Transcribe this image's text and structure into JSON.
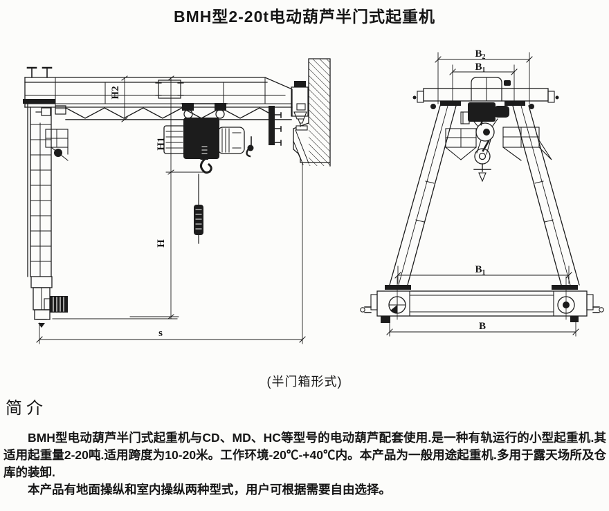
{
  "page": {
    "title": "BMH型2-20t电动葫芦半门式起重机",
    "caption": "(半门箱形式)",
    "intro_heading": "简介",
    "paragraphs": [
      "BMH型电动葫芦半门式起重机与CD、MD、HC等型号的电动葫芦配套使用.是一种有轨运行的小型起重机.其适用起重量2-20吨.适用跨度为10-20米。工作环境-20℃-+40℃内。本产品为一般用途起重机.多用于露天场所及仓库的装卸.",
      "本产品有地面操纵和室内操纵两种型式，用户可根据需要自由选择。"
    ]
  },
  "drawing": {
    "side_view": {
      "dim_h2": "H2",
      "dim_h1": "H1",
      "dim_h": "H",
      "dim_s": "s"
    },
    "end_view": {
      "dim_b2_base": "B",
      "dim_b2_sub": "2",
      "dim_b1_base": "B",
      "dim_b1_sub": "1",
      "dim_b_base": "B"
    },
    "colors": {
      "ink": "#1c1c1c",
      "paper": "#fcfcfa"
    }
  }
}
